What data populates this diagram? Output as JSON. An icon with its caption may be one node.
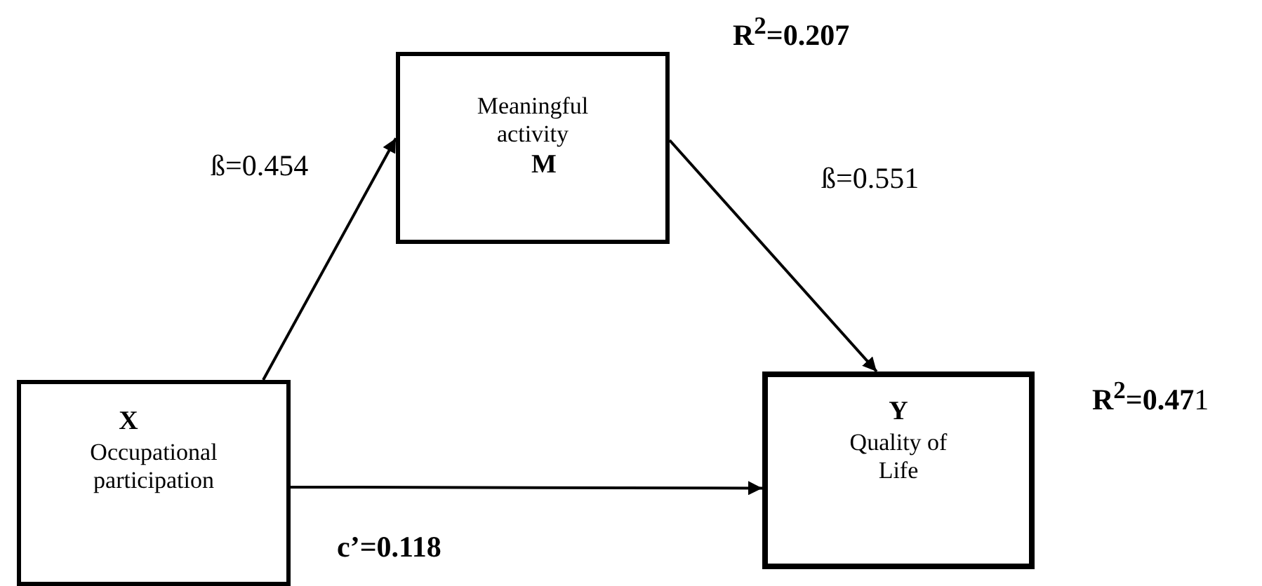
{
  "diagram": {
    "nodes": [
      {
        "text": [
          "Meaningful activity",
          "M"
        ],
        "beside": [
          "R$^{2}$=0.207"
        ]
      },
      {
        "text": [
          "X",
          "Occupational participation"
        ]
      },
      {
        "text": [
          "Y",
          "Quality of Life"
        ],
        "beside": [
          "**R$^{2}$=0.47**1"
        ]
      }
    ],
    "edges": [
      {
        "from": 1,
        "to": 0,
        "arrow": "to",
        "label": "ß=0.454"
      },
      {
        "from": 0,
        "to": 2,
        "arrow": "to",
        "label": "ß=0.551"
      },
      {
        "from": 1,
        "to": 2,
        "arrow": "to",
        "label": "c’=0.118"
      }
    ]
  }
}
